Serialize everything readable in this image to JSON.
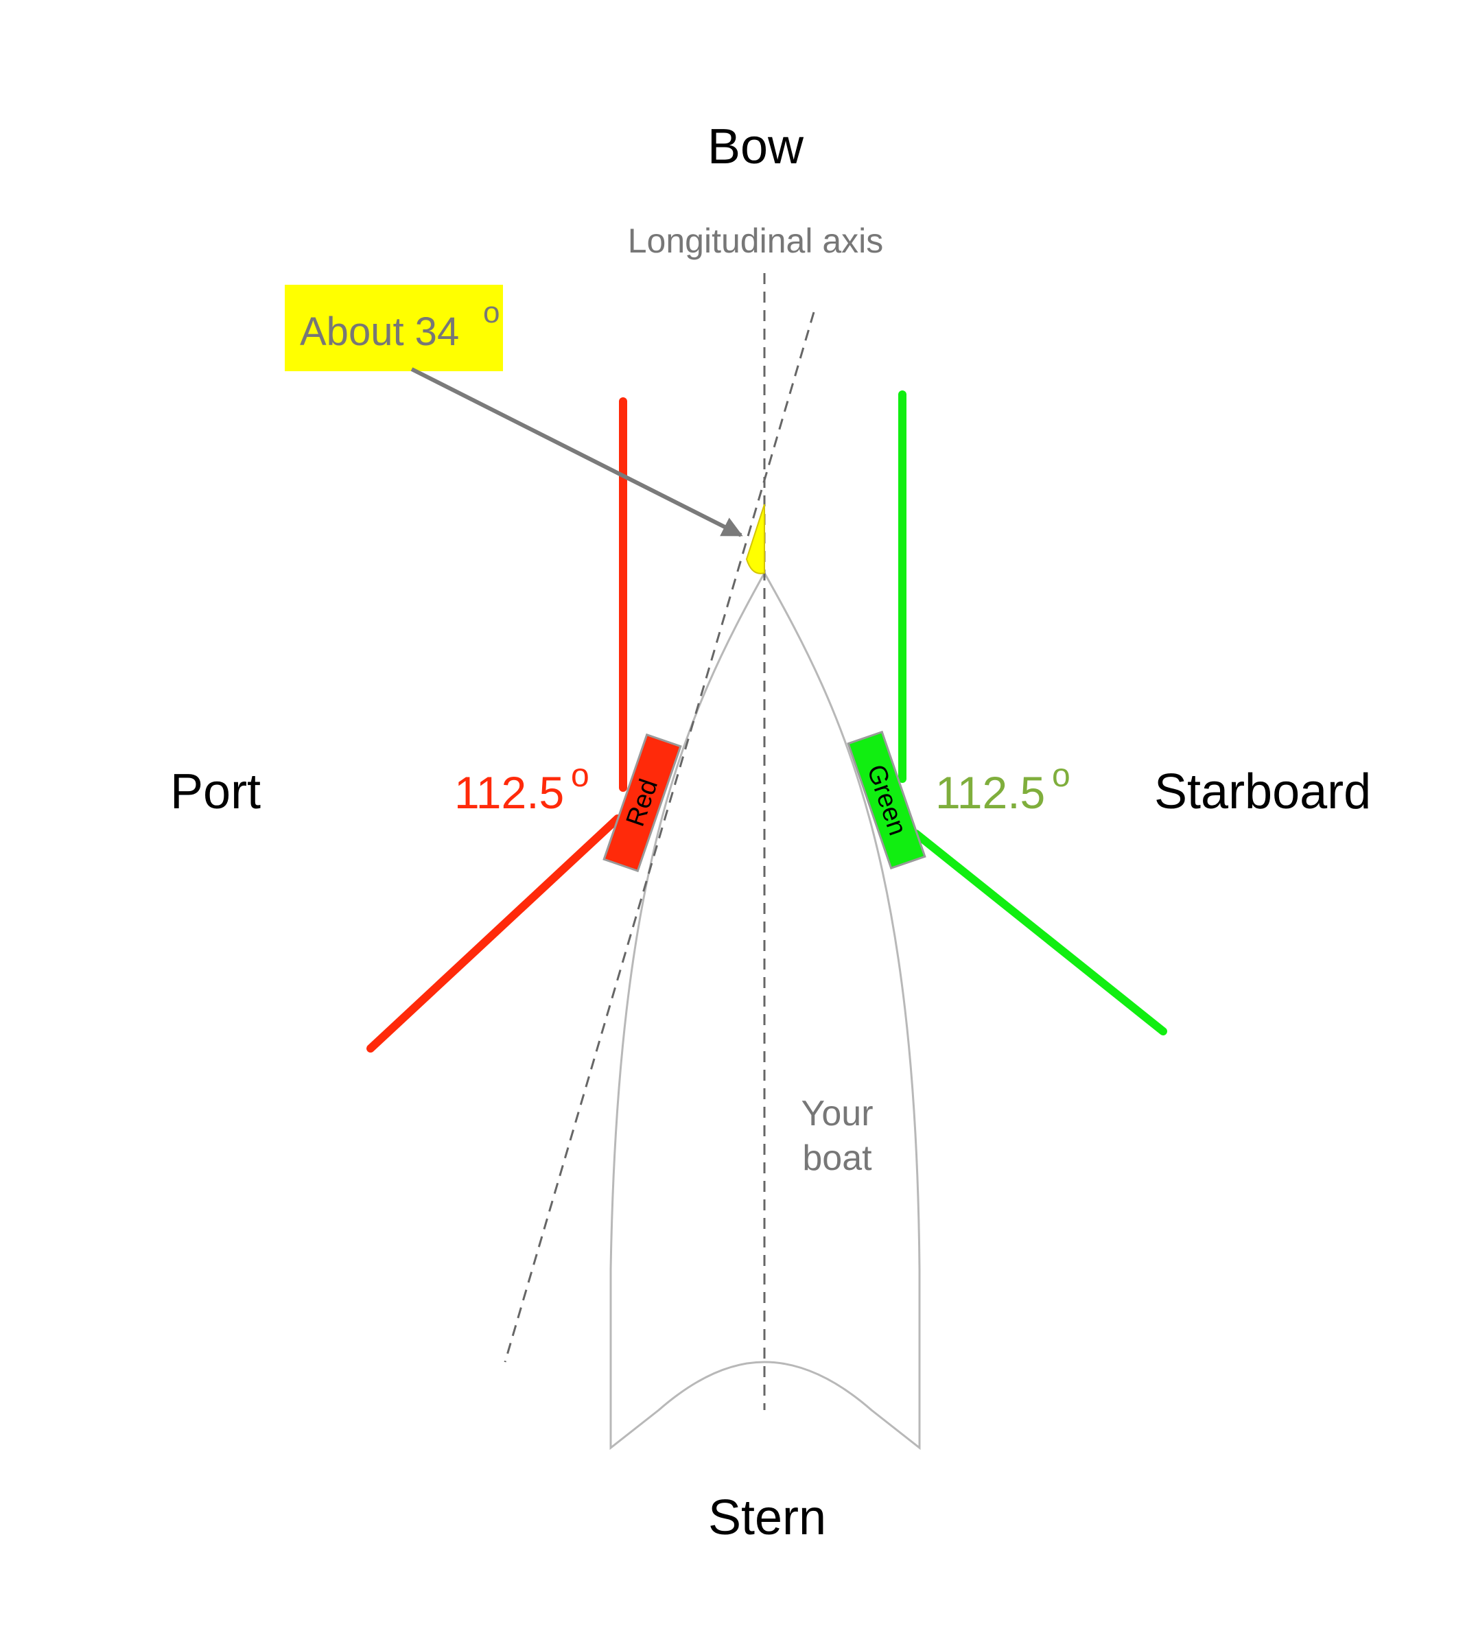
{
  "labels": {
    "bow": "Bow",
    "stern": "Stern",
    "port": "Port",
    "starboard": "Starboard",
    "axis": "Longitudinal axis",
    "boat_line1": "Your",
    "boat_line2": "boat"
  },
  "callout": {
    "text": "About 34",
    "degree_mark": "o"
  },
  "port_light": {
    "label": "Red",
    "angle_text": "112.5",
    "degree_mark": "o"
  },
  "starboard_light": {
    "label": "Green",
    "angle_text": "112.5",
    "degree_mark": "o"
  },
  "colors": {
    "port_red": "#ff2a0a",
    "starboard_green": "#11ee11",
    "starboard_angle_text": "#7fae3c",
    "callout_yellow": "#ffff00",
    "hull_gray": "#b8b8b8",
    "axis_gray": "#666666",
    "arrow_gray": "#7a7a7a"
  }
}
